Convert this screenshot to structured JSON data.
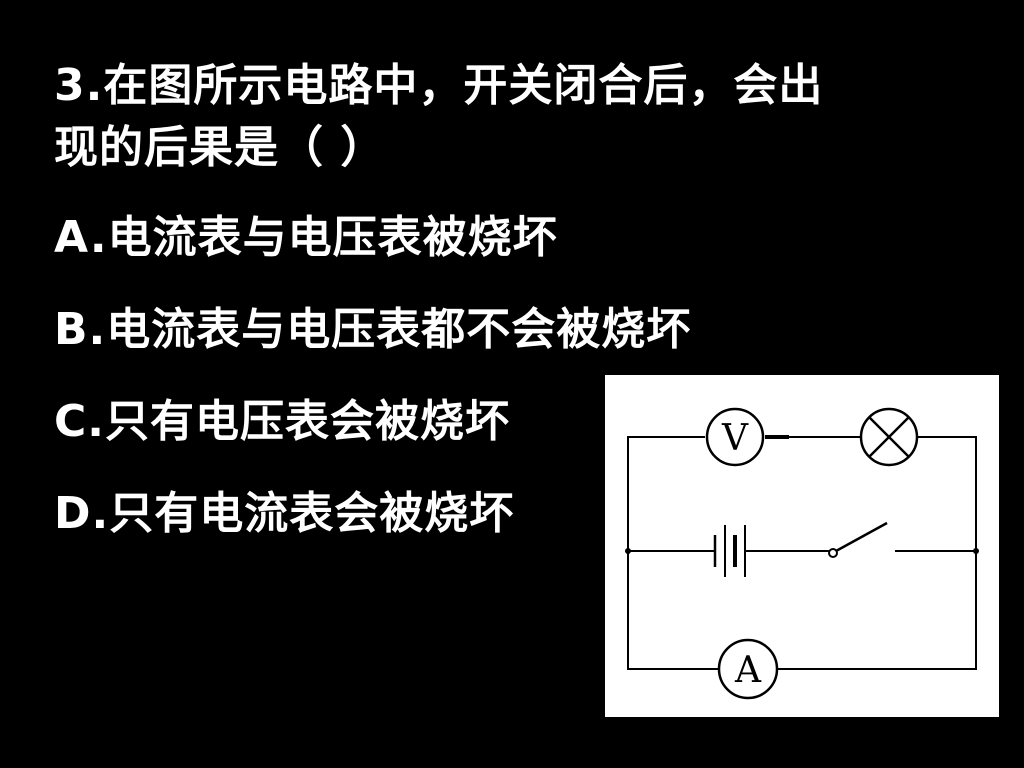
{
  "question": {
    "line1": "3.在图所示电路中，开关闭合后，会出",
    "line2": "现的后果是（    ）"
  },
  "options": [
    {
      "text": "A.电流表与电压表被烧坏"
    },
    {
      "text": "B.电流表与电压表都不会被烧坏"
    },
    {
      "text": "C.只有电压表会被烧坏"
    },
    {
      "text": "D.只有电流表会被烧坏"
    }
  ],
  "circuit": {
    "voltmeter_symbol": "V",
    "ammeter_symbol": "A"
  }
}
